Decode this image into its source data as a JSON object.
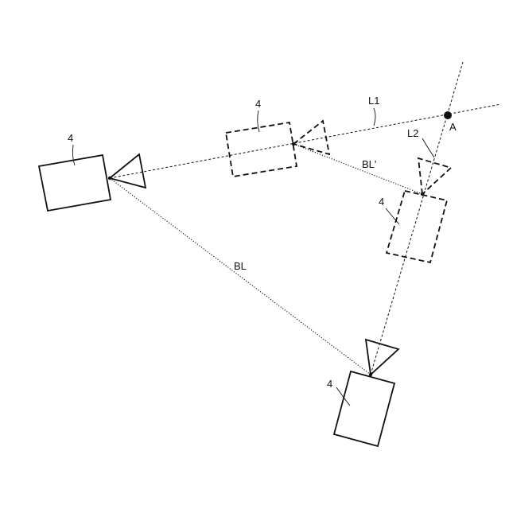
{
  "labels": {
    "cam_left": "4",
    "cam_top": "4",
    "cam_right": "4",
    "cam_bottom": "4",
    "line_l1": "L1",
    "line_l2": "L2",
    "point_a": "A",
    "baseline_bl": "BL",
    "baseline_bl_prime": "BL'"
  }
}
